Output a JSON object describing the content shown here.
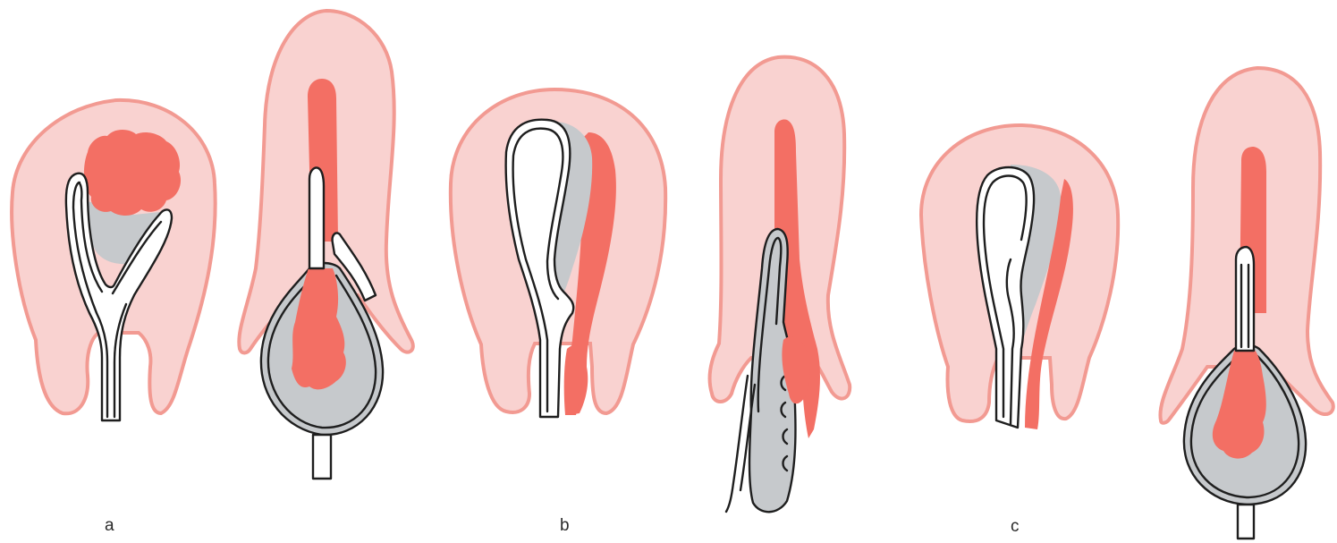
{
  "colors": {
    "tissue_fill": "#f9d2d0",
    "tissue_edge": "#f29a92",
    "red_fill": "#f36f64",
    "gray_fill": "#c6c9cc",
    "tube_outline": "#1e1e1e",
    "tube_fill": "#ffffff"
  },
  "labels": {
    "a": "a",
    "b": "b",
    "c": "c"
  }
}
